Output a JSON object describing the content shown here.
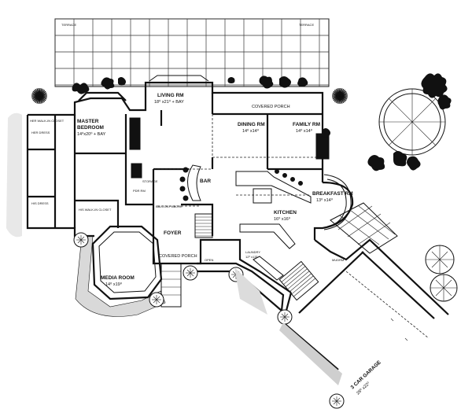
{
  "plan": {
    "terrace_left": "TERRACE",
    "terrace_right": "TERRACE",
    "covered_porch_top": "COVERED PORCH",
    "covered_porch_front": "COVERED PORCH",
    "living": {
      "name": "LIVING RM",
      "dims": "18⁰ x21⁰ + BAY"
    },
    "master": {
      "name1": "MASTER",
      "name2": "BEDROOM",
      "dims": "14⁰x20⁰ + BAY"
    },
    "dining": {
      "name": "DINING RM",
      "dims": "14⁰ x14⁰"
    },
    "family": {
      "name": "FAMILY RM",
      "dims": "14⁰ x14⁰"
    },
    "breakfast": {
      "name": "BREAKFAST RM",
      "dims": "13⁰ x14⁰"
    },
    "kitchen": {
      "name": "KITCHEN",
      "dims": "16⁰ x16⁰"
    },
    "media": {
      "name": "MEDIA ROOM",
      "dims": "14⁰ x19⁰"
    },
    "garage": {
      "name": "3 CAR GARAGE",
      "dims": "28⁰ x22⁰"
    },
    "laundry": {
      "name": "LAUNDRY",
      "dims": "12⁰ x13⁰"
    },
    "foyer": "FOYER",
    "bar": "BAR",
    "pdr_rm": "PDR RM",
    "balcony": "BALCONY ABOVE",
    "storage": "STORAGE",
    "his_dress": "HIS DRESS",
    "her_dress": "HER DRESS",
    "her_closet": "HER WALK-IN CLOSET",
    "his_closet": "HIS WALK-IN CLOSET",
    "mud_rm": "MUDRM",
    "open": "OPEN"
  }
}
